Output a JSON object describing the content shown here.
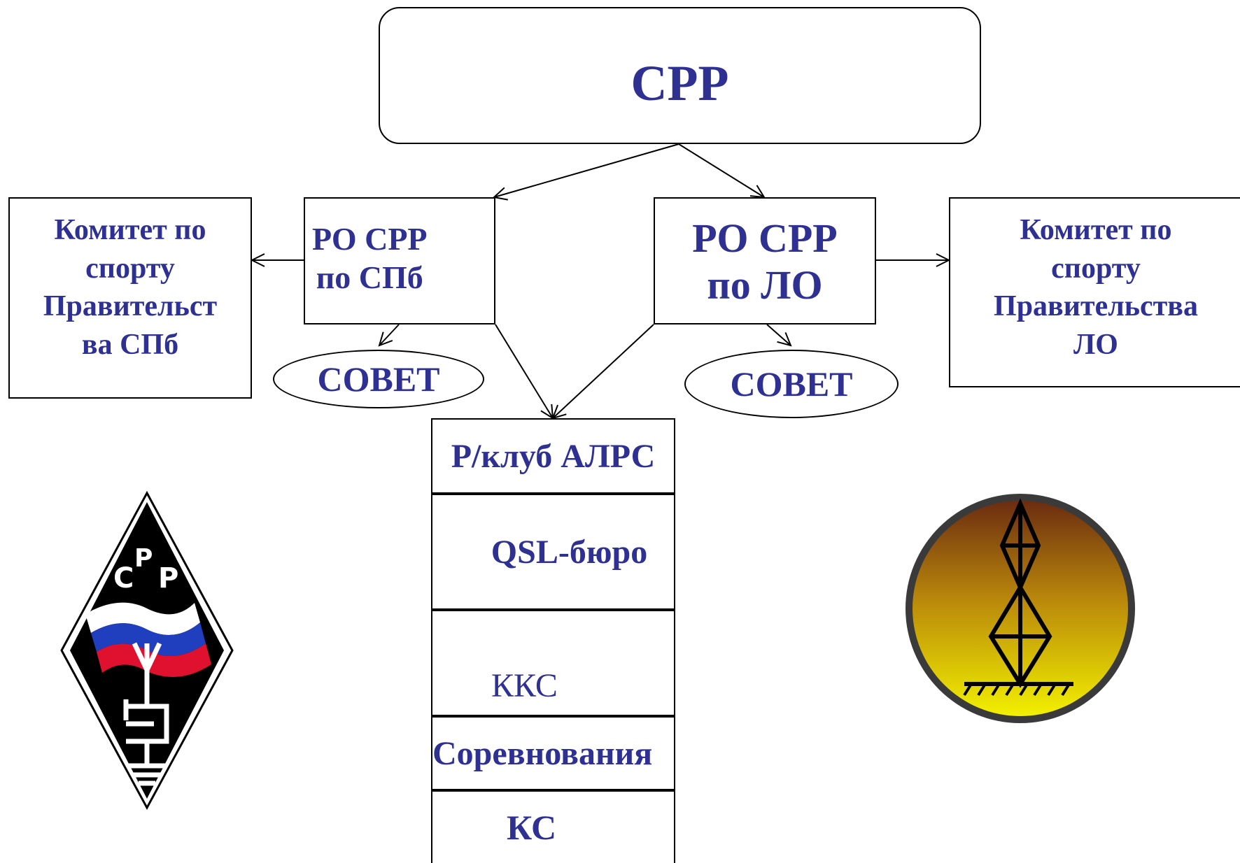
{
  "diagram": {
    "root": {
      "label": "СРР"
    },
    "ro_spb": {
      "line1": "РО СРР",
      "line2": "по СПб"
    },
    "ro_lo": {
      "line1": "РО СРР",
      "line2": "по ЛО"
    },
    "committee_spb": {
      "lines": [
        "Комитет  по",
        "спорту",
        "Правительст",
        "ва СПб"
      ]
    },
    "committee_lo": {
      "lines": [
        "Комитет по",
        "спорту",
        "Правительства",
        "ЛО"
      ]
    },
    "sovet_spb": {
      "label": "СОВЕТ"
    },
    "sovet_lo": {
      "label": "СОВЕТ"
    },
    "club_column": {
      "club": "Р/клуб АЛРС",
      "qsl": "QSL-бюро",
      "kks": "ККС",
      "competitions": "Соревнования",
      "ks": "КС"
    }
  },
  "logos": {
    "left": {
      "text_c": "С",
      "text_p1": "Р",
      "text_p2": "Р",
      "flag_colors": [
        "#ffffff",
        "#1f3fbf",
        "#e0102f"
      ]
    },
    "right": {
      "gradient_top": "#7a3a12",
      "gradient_bottom": "#f2f000"
    }
  },
  "colors": {
    "text": "#2e3192",
    "lines": "#000000"
  }
}
